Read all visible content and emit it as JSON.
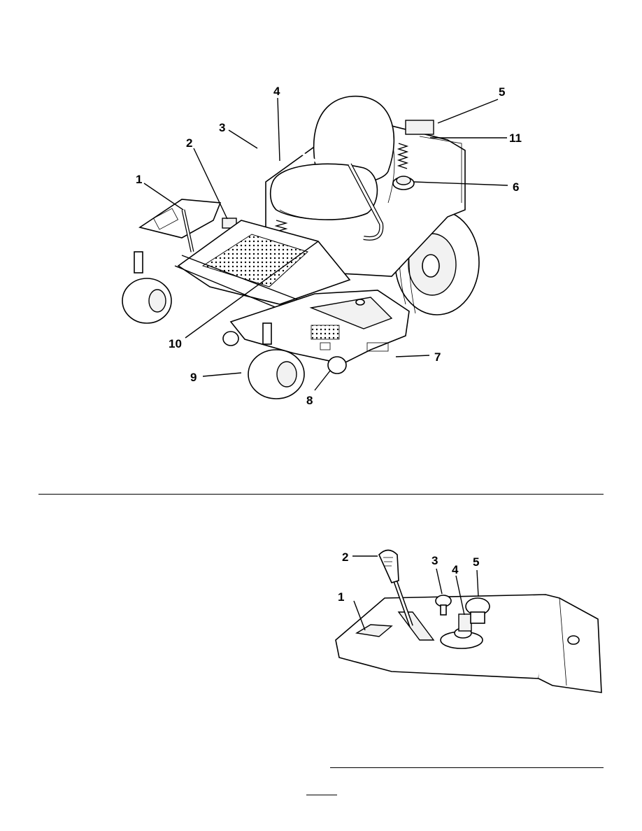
{
  "figure1": {
    "callouts": [
      "1",
      "2",
      "3",
      "4",
      "5",
      "6",
      "7",
      "8",
      "9",
      "10",
      "11"
    ]
  },
  "figure2": {
    "callouts": [
      "1",
      "2",
      "3",
      "4",
      "5"
    ]
  },
  "page_number": ""
}
